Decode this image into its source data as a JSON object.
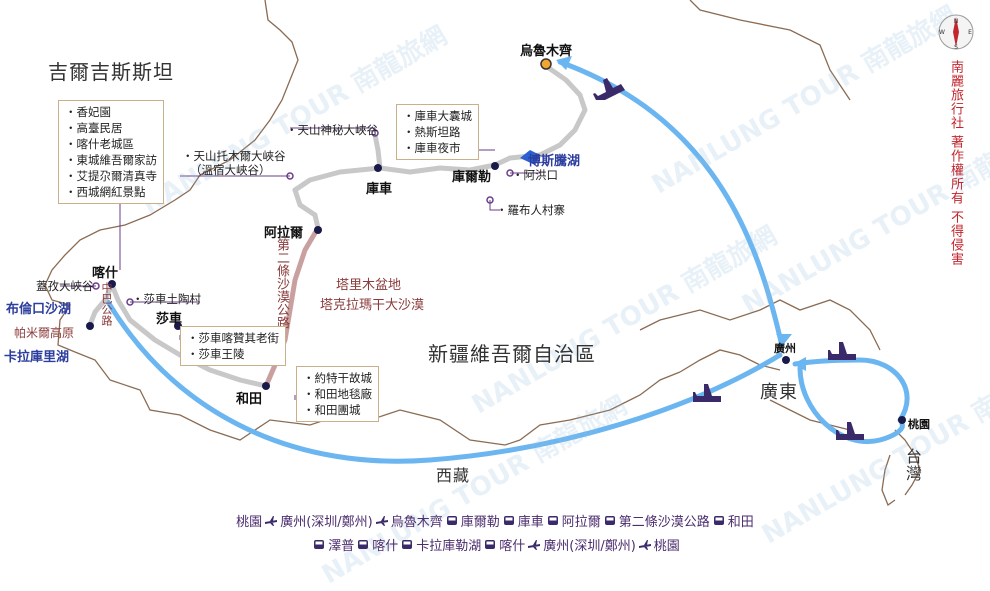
{
  "map": {
    "regions": {
      "kyrgyzstan": "吉爾吉斯斯坦",
      "xinjiang": "新疆維吾爾自治區",
      "tibet": "西藏",
      "guangdong": "廣東",
      "taiwan": "台灣"
    },
    "cities": {
      "urumqi": "烏魯木齊",
      "kuqa": "庫車",
      "korla": "庫爾勒",
      "aral": "阿拉爾",
      "kashgar": "喀什",
      "shache": "莎車",
      "hotan": "和田",
      "guangzhou": "廣州",
      "taoyuan": "桃園"
    },
    "pois": {
      "tianshan_canyon": "・天山神秘大峽谷",
      "tomur_canyon": "・天山托木爾大峽谷",
      "tomur_canyon_sub": "（溫宿大峽谷）",
      "bosten_lake": "博斯騰湖",
      "ahongkou": "・阿洪口",
      "lop_village": "・羅布人村寨",
      "pamir_canyon": "蓋孜大峽谷",
      "bulunkou_lake": "布倫口沙湖",
      "pamir_plateau": "帕米爾高原",
      "karakul_lake": "卡拉庫里湖",
      "shache_earth_village": "・莎車土陶村",
      "china_pakistan_road": "中巴公路",
      "taklimakan_1": "塔里木盆地",
      "taklimakan_2": "塔克拉瑪干大沙漠",
      "desert_road": "第二條沙漠公路"
    },
    "boxes": {
      "kashgar_box": [
        "・香妃園",
        "・高臺民居",
        "・喀什老城區",
        "・東城維吾爾家訪",
        "・艾提尕爾清真寺",
        "・西城網紅景點"
      ],
      "korla_box": [
        "・庫車大囊城",
        "・熱斯坦路",
        "・庫車夜市"
      ],
      "shache_box": [
        "・莎車喀贊其老街",
        "・莎車王陵"
      ],
      "hotan_box": [
        "・約特干故城",
        "・和田地毯廠",
        "・和田團城"
      ]
    },
    "copyright": "南麗旅行社 著作權所有 不得侵害",
    "compass": {
      "n": "N",
      "s": "S",
      "e": "E",
      "w": "W"
    },
    "watermark": "NANLUNG TOUR 南龍旅網",
    "colors": {
      "road": "#c8c8c8",
      "desert_road": "#c9a0a0",
      "flight": "#6bb5f0",
      "border": "#8b6b52",
      "box_border": "#c9b08a",
      "legend": "#4b2d6e",
      "copyright": "#c0262d"
    }
  },
  "legend": {
    "line1": [
      {
        "t": "桃園",
        "i": "plane"
      },
      {
        "t": "廣州(深圳/鄭州)",
        "i": "plane"
      },
      {
        "t": "烏魯木齊",
        "i": "bus"
      },
      {
        "t": "庫爾勒",
        "i": "bus"
      },
      {
        "t": "庫車",
        "i": "bus"
      },
      {
        "t": "阿拉爾",
        "i": "bus"
      },
      {
        "t": "第二條沙漠公路",
        "i": "bus"
      },
      {
        "t": "和田",
        "i": ""
      }
    ],
    "line2": [
      {
        "t": "",
        "i": "bus"
      },
      {
        "t": "澤普",
        "i": "bus"
      },
      {
        "t": "喀什",
        "i": "bus"
      },
      {
        "t": "卡拉庫勒湖",
        "i": "bus"
      },
      {
        "t": "喀什",
        "i": "plane"
      },
      {
        "t": "廣州(深圳/鄭州)",
        "i": "plane"
      },
      {
        "t": "桃園",
        "i": ""
      }
    ]
  }
}
